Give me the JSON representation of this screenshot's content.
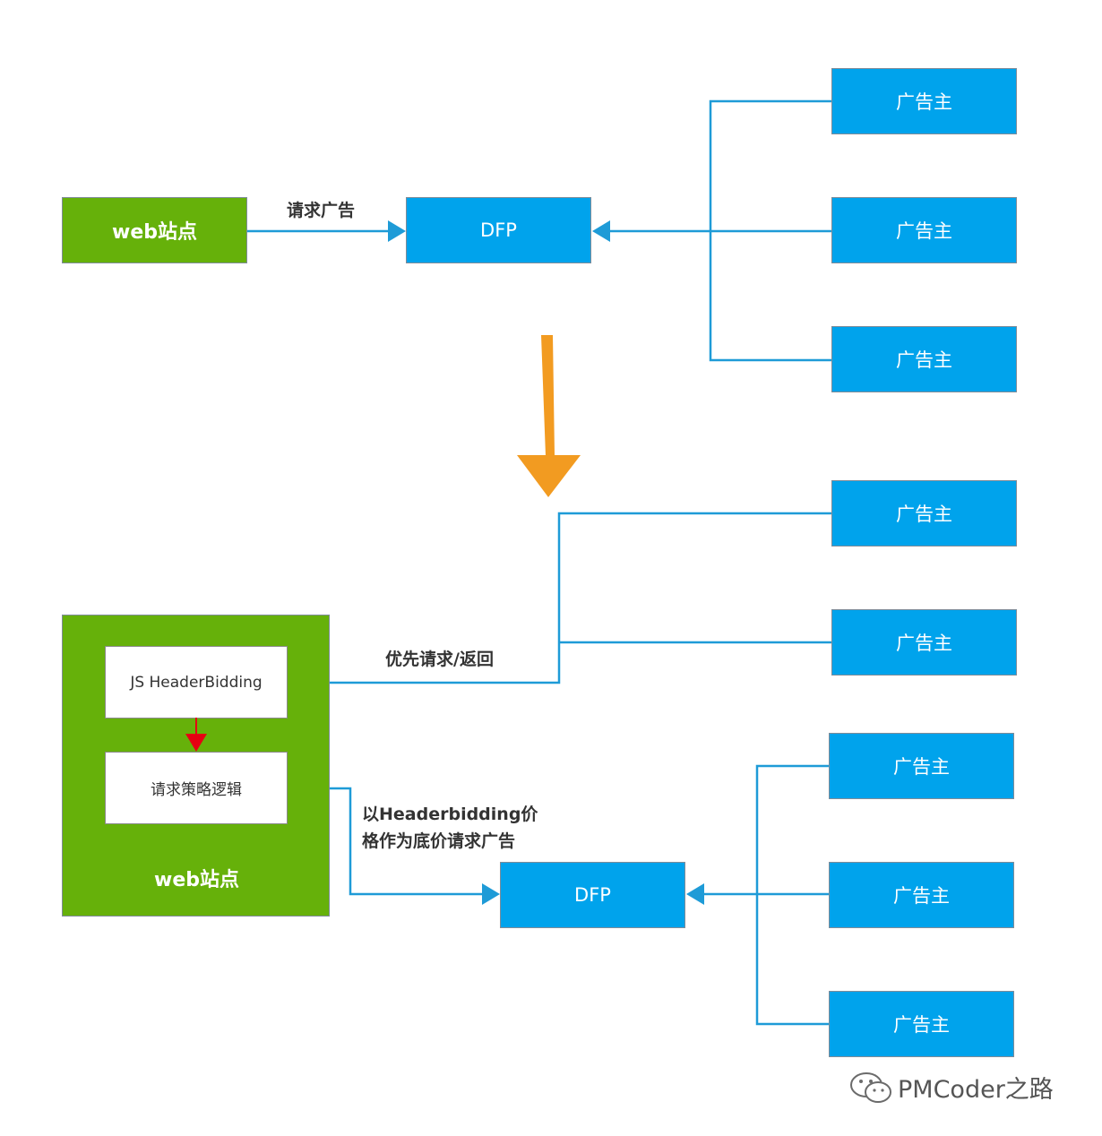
{
  "colors": {
    "connector": "#1e9bd7",
    "down_arrow": "#f29b21",
    "red_arrow": "#e60012",
    "node_blue": "#00a3ec",
    "node_green": "#66b10a"
  },
  "top": {
    "site_label": "web站点",
    "request_label": "请求广告",
    "dfp_label": "DFP",
    "advertisers": [
      "广告主",
      "广告主",
      "广告主"
    ]
  },
  "bottom": {
    "site_label": "web站点",
    "js_hb_label": "JS HeaderBidding",
    "strategy_label": "请求策略逻辑",
    "priority_label": "优先请求/返回",
    "floor_label_line1": "以Headerbidding价",
    "floor_label_line2": "格作为底价请求广告",
    "dfp_label": "DFP",
    "hb_advertisers": [
      "广告主",
      "广告主"
    ],
    "dfp_advertisers": [
      "广告主",
      "广告主",
      "广告主"
    ]
  },
  "watermark": {
    "text": "PMCoder之路",
    "icon": "wechat-icon"
  }
}
